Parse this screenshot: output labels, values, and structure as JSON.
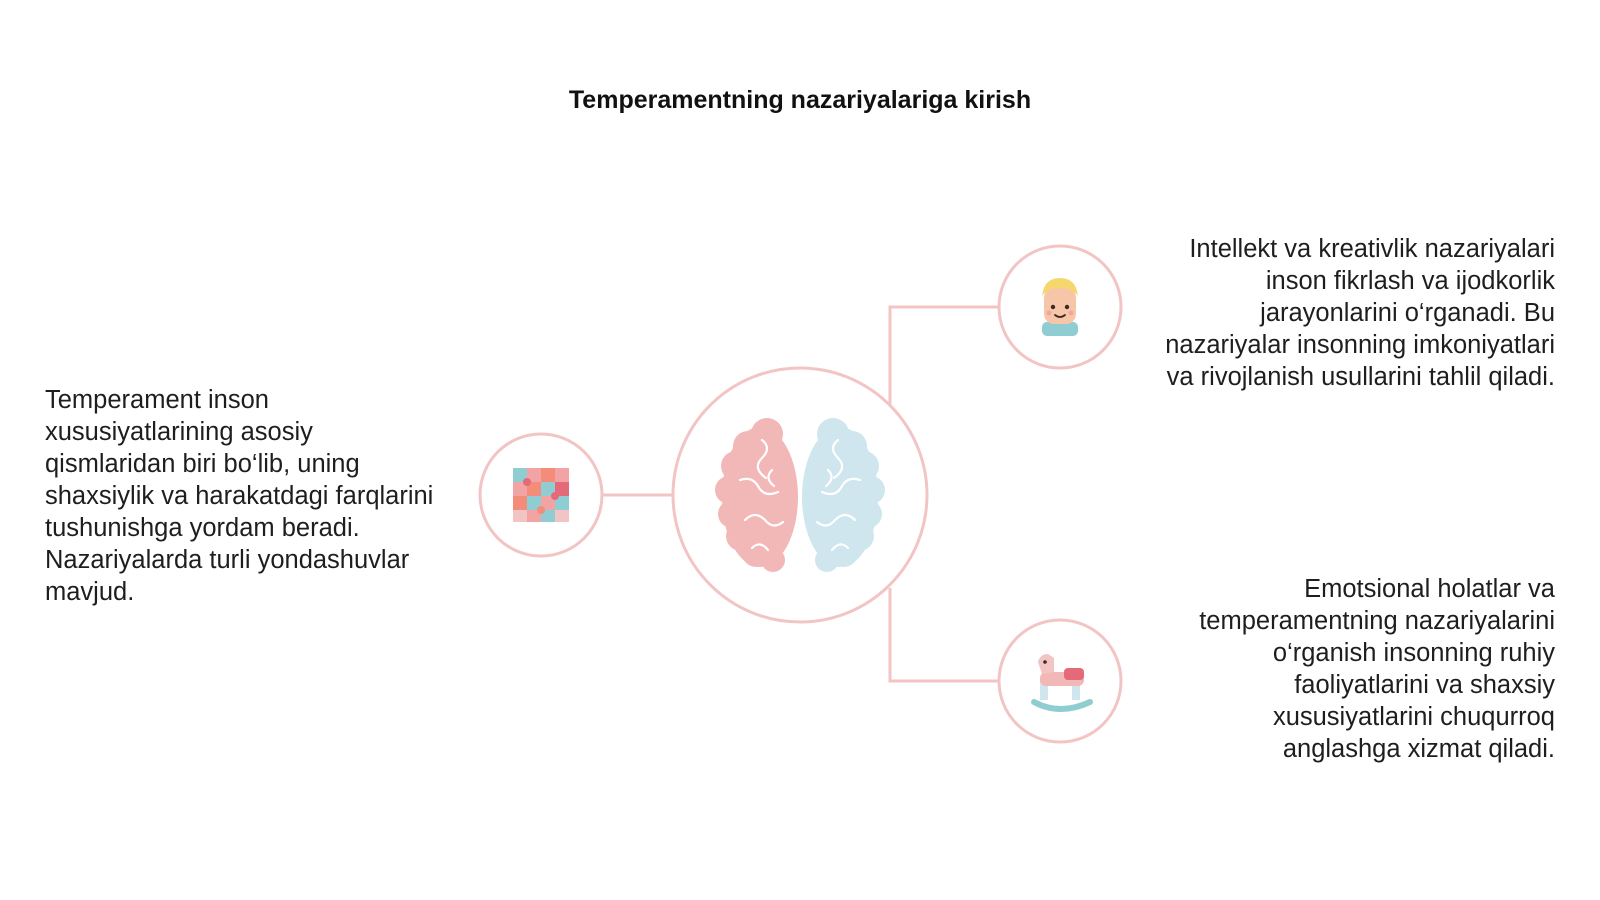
{
  "slide": {
    "title": "Temperamentning nazariyalariga kirish",
    "colors": {
      "accent": "#f2c4c4",
      "brain_left": "#f2b8b8",
      "brain_right": "#cfe6ee",
      "text": "#1e1e1e"
    }
  },
  "nodes": {
    "center": {
      "icon": "brain-icon"
    },
    "left": {
      "icon": "puzzle-icon",
      "text": "Temperament inson xususiyatlarining asosiy qismlaridan biri bo‘lib, uning shaxsiylik va harakatdagi farqlarini tushunishga yordam beradi. Nazariyalarda turli yondashuvlar mavjud."
    },
    "top_right": {
      "icon": "child-face-icon",
      "text": "Intellekt va kreativlik nazariyalari inson fikrlash va ijodkorlik jarayonlarini o‘rganadi. Bu nazariyalar insonning imkoniyatlari va rivojlanish usullarini tahlil qiladi."
    },
    "bottom_right": {
      "icon": "rocking-horse-icon",
      "text": "Emotsional holatlar va temperamentning nazariyalarini o‘rganish insonning ruhiy faoliyatlarini va shaxsiy xususiyatlarini chuqurroq anglashga xizmat qiladi."
    }
  }
}
